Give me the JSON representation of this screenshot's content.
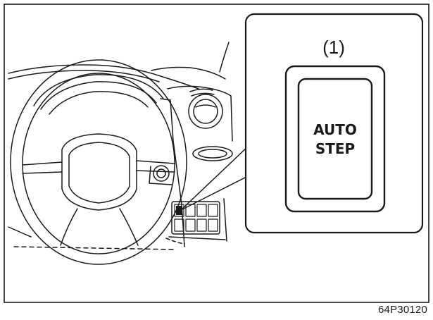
{
  "callout": {
    "number": "(1)"
  },
  "button": {
    "line1": "AUTO",
    "line2": "STEP"
  },
  "figure_code": "64P30120"
}
